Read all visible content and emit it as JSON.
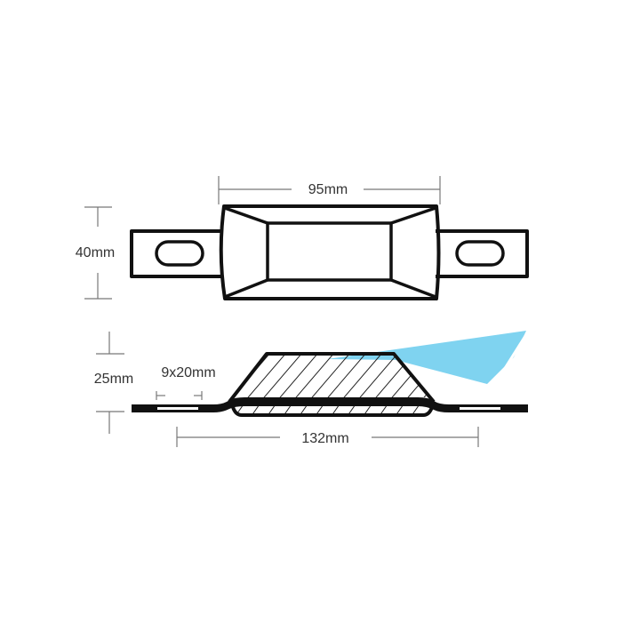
{
  "diagram": {
    "type": "technical-dimension-drawing",
    "subject": "bolt-on anode with mounting tabs",
    "views": {
      "top_view": {
        "dimensions": {
          "body_width": "95mm",
          "height": "40mm"
        }
      },
      "side_section_view": {
        "dimensions": {
          "thickness": "25mm",
          "slot_size": "9x20mm",
          "overall_length": "132mm"
        }
      }
    },
    "colors": {
      "outline": "#111111",
      "dimension_line": "#777777",
      "text": "#333333",
      "accent_blue": "#7fd3f0"
    }
  }
}
